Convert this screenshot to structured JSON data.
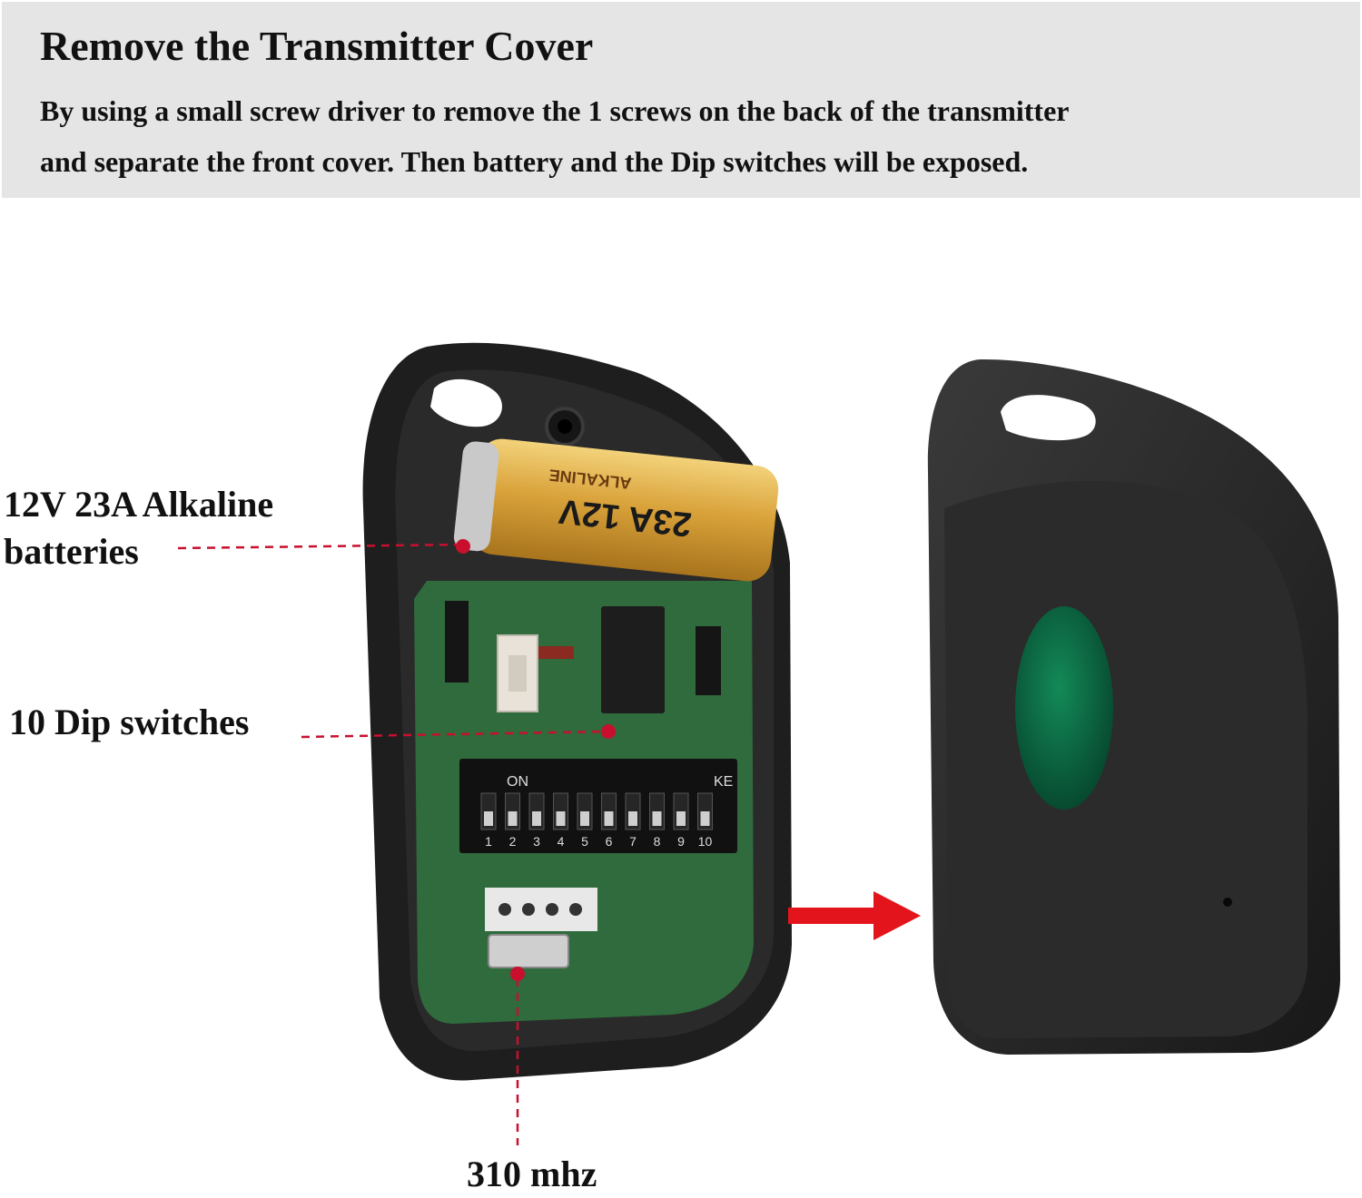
{
  "header": {
    "title": "Remove the Transmitter Cover",
    "description_line1": "By using a small screw driver to remove the 1 screws on the back of the transmitter",
    "description_line2": "and separate the front cover. Then battery and the Dip switches will be exposed."
  },
  "callouts": {
    "battery_line1": "12V 23A Alkaline",
    "battery_line2": "batteries",
    "dip_switches": "10 Dip switches",
    "frequency": "310 mhz"
  },
  "battery": {
    "print_big": "23A 12V",
    "print_small": "ALKALINE"
  },
  "dip_switch_block": {
    "on_label": "ON",
    "ke_label": "KE",
    "numbers": [
      "1",
      "2",
      "3",
      "4",
      "5",
      "6",
      "7",
      "8",
      "9",
      "10"
    ]
  },
  "colors": {
    "callout_red": "#c8102e",
    "arrow_red": "#e3141b",
    "button_green": "#0b6b45",
    "pcb_green": "#2f6b3c",
    "case_black": "#1e1e1e"
  }
}
